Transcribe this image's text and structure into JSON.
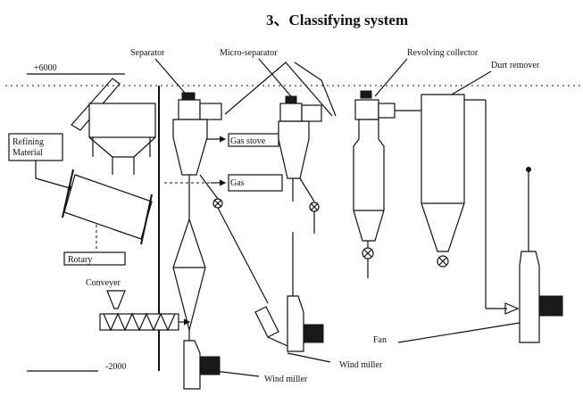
{
  "title": "3、Classifying system",
  "levels": {
    "top": "+6000",
    "bottom": "-2000"
  },
  "labels": {
    "separator": "Separator",
    "micro_separator": "Micro-separator",
    "revolving_collector": "Revolving collector",
    "dust_remover": "Durt remover",
    "refining_material": "Refining\nMaterial",
    "gas_stove": "Gas stove",
    "gas": "Gas",
    "rotary": "Rotary",
    "conveyer": "Conveyer",
    "fan": "Fan",
    "wind_miller_1": "Wind miller",
    "wind_miller_2": "Wind miller"
  }
}
